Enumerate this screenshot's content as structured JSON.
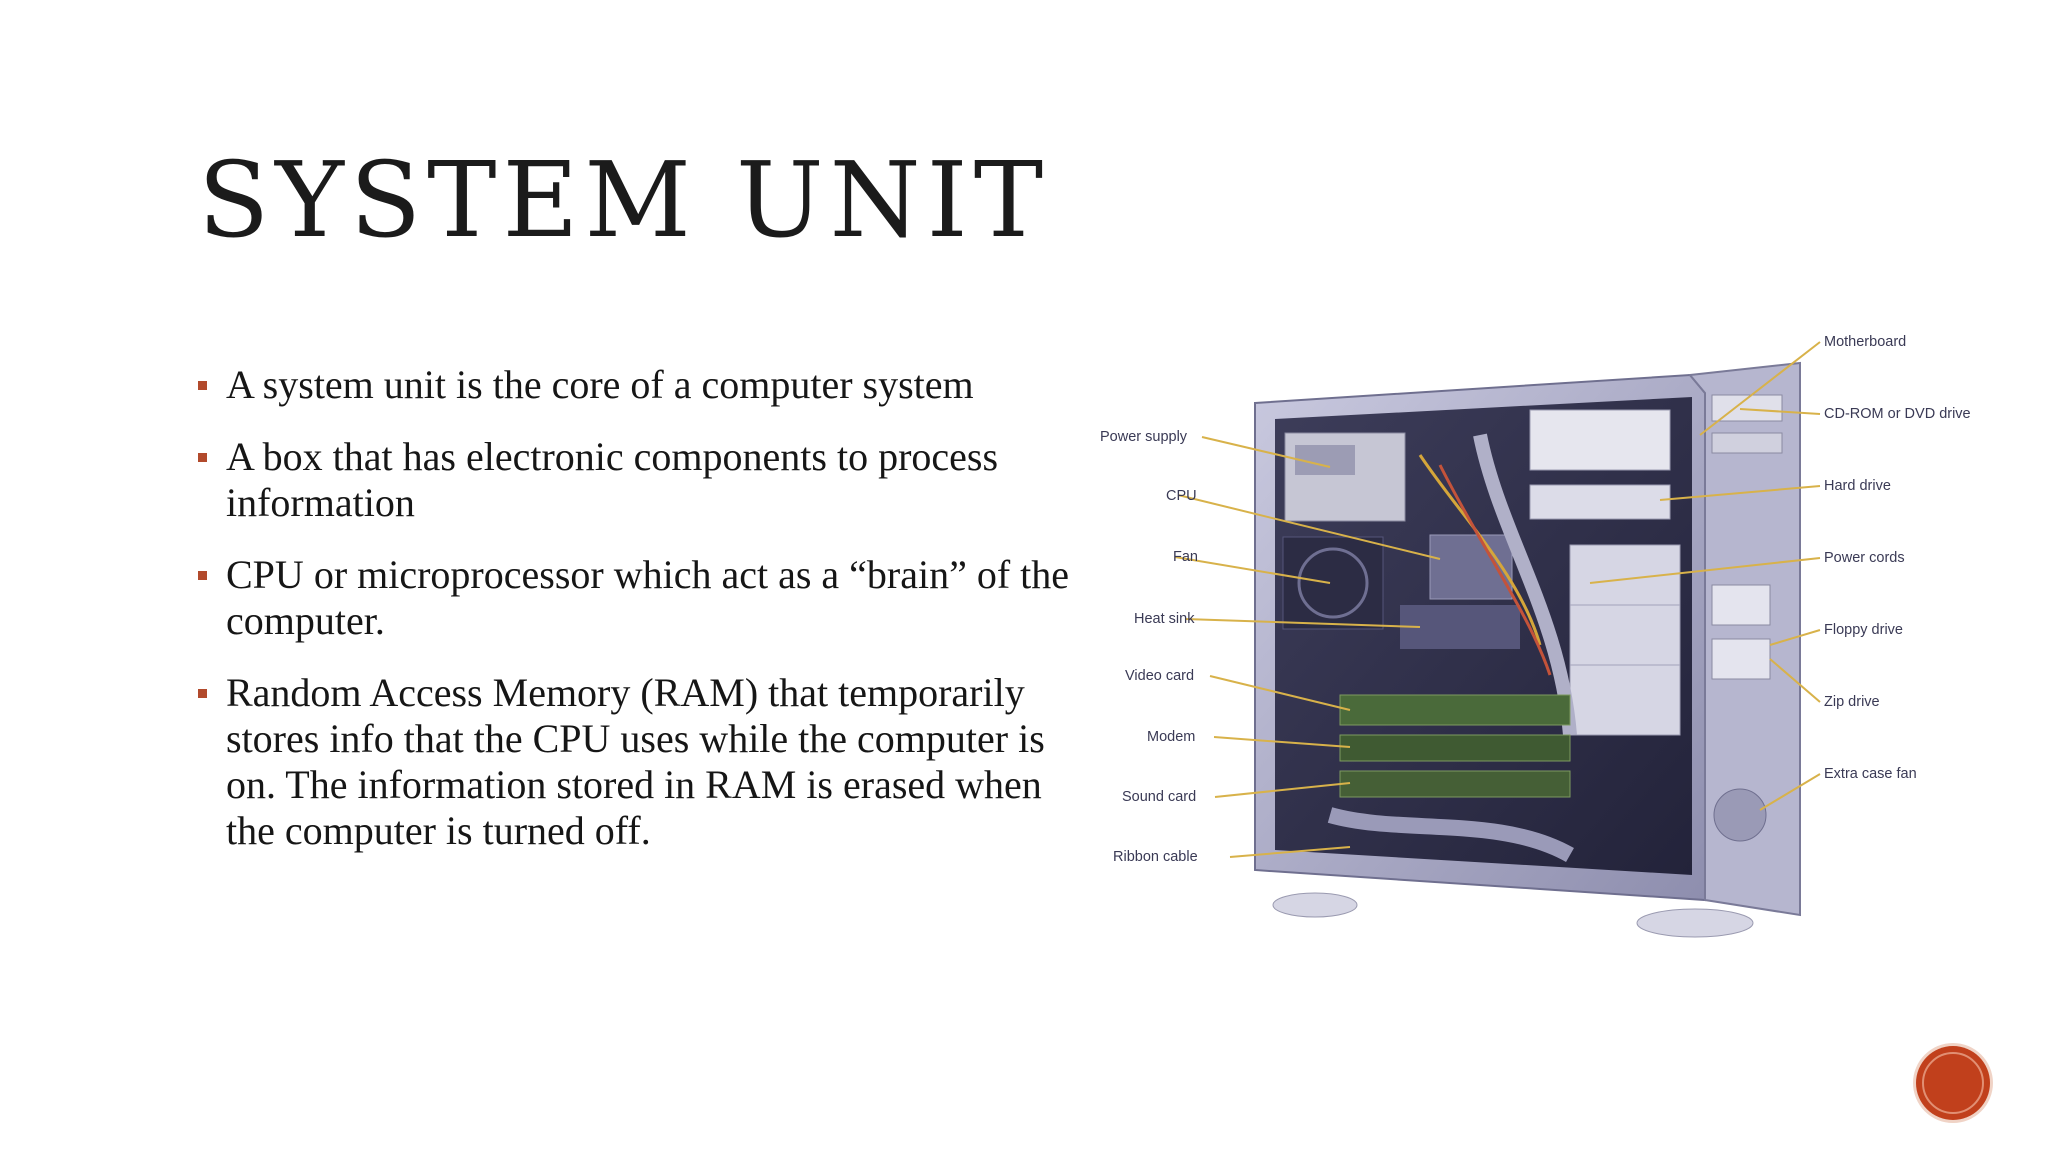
{
  "slide": {
    "title": "SYSTEM UNIT",
    "bullets": [
      "A system unit is the core of a computer system",
      "A box that has electronic components to process information",
      "CPU or microprocessor which act as a “brain” of the computer.",
      "Random Access Memory (RAM) that temporarily stores info that the CPU uses while the computer is on. The information stored in RAM is erased when the computer is turned off."
    ]
  },
  "figure": {
    "left_labels": [
      "Power supply",
      "CPU",
      "Fan",
      "Heat sink",
      "Video card",
      "Modem",
      "Sound card",
      "Ribbon cable"
    ],
    "right_labels": [
      "Motherboard",
      "CD-ROM or DVD drive",
      "Hard drive",
      "Power cords",
      "Floppy drive",
      "Zip drive",
      "Extra case fan"
    ]
  },
  "colors": {
    "bullet_marker": "#b24a2c",
    "nav_button": "#c1401c",
    "leader_line": "#d8b24a"
  },
  "icons": {
    "bullet": "square-bullet-icon",
    "nav": "slide-nav-circle-icon"
  }
}
